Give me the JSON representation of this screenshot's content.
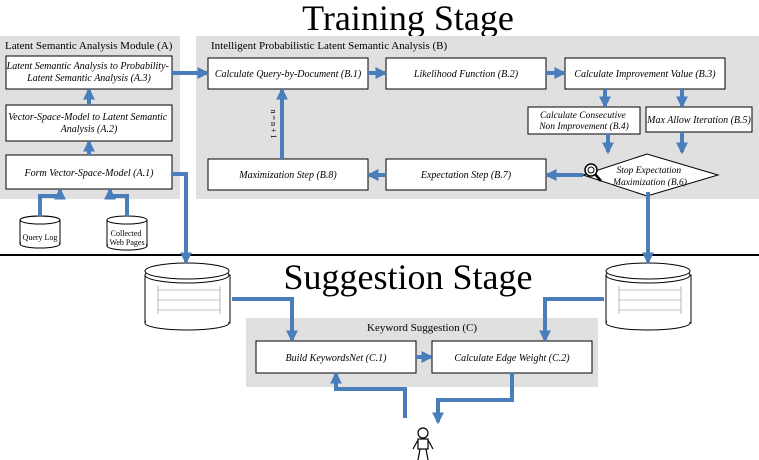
{
  "stages": {
    "training": "Training Stage",
    "suggestion": "Suggestion Stage"
  },
  "panels": {
    "lsa": "Latent Semantic Analysis Module (A)",
    "iplsa": "Intelligent Probabilistic Latent Semantic Analysis (B)",
    "keyword": "Keyword Suggestion (C)"
  },
  "nodes": {
    "a3": [
      "Latent Semantic Analysis to Probability-",
      "Latent Semantic Analysis (A.3)"
    ],
    "a2": [
      "Vector-Space-Model to Latent Semantic",
      "Analysis (A.2)"
    ],
    "a1": "Form Vector-Space-Model (A.1)",
    "b1": "Calculate Query-by-Document (B.1)",
    "b2": "Likelihood Function (B.2)",
    "b3": "Calculate Improvement Value (B.3)",
    "b4": [
      "Calculate Consecutive",
      "Non Improvement (B.4)"
    ],
    "b5": "Max Allow Iteration (B.5)",
    "b6": [
      "Stop Expectation",
      "Maximization (B.6)"
    ],
    "b7": "Expectation Step (B.7)",
    "b8": "Maximization Step (B.8)",
    "c1": "Build KeywordsNet (C.1)",
    "c2": "Calculate Edge Weight (C.2)"
  },
  "inputs": {
    "query_log": "Query Log",
    "web_pages": [
      "Collected",
      "Web Pages"
    ]
  },
  "loop_label": "n = n + 1",
  "icons": {
    "database": "database-icon",
    "magnifier": "magnifier-icon",
    "user": "user-icon"
  },
  "colors": {
    "arrow": "#4a7ebb",
    "panel": "#e0e0e0"
  }
}
